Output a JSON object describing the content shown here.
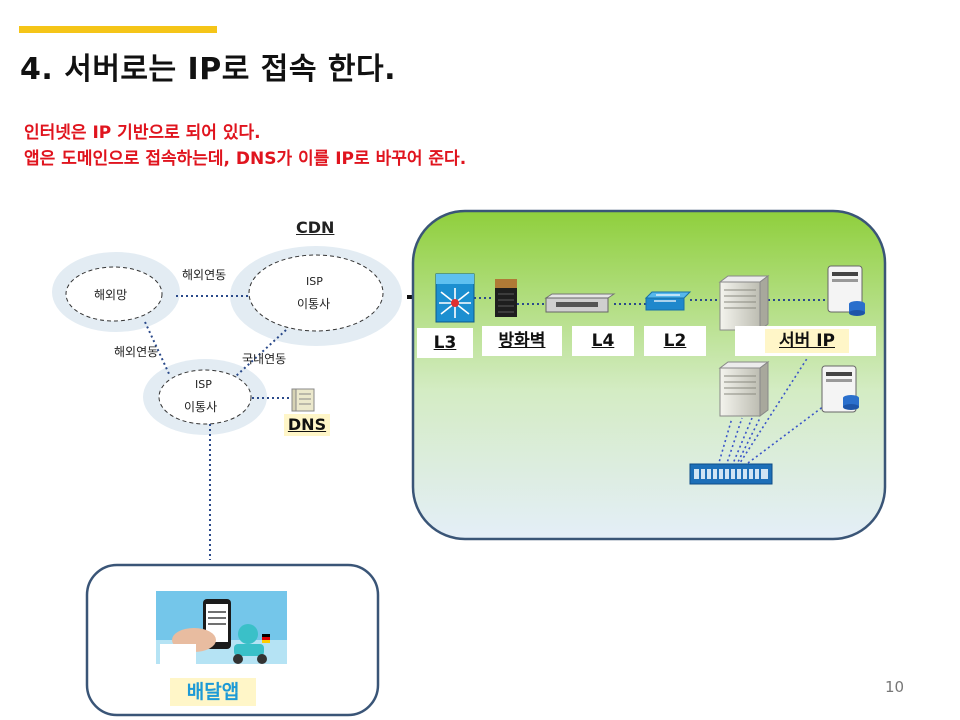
{
  "title": "4. 서버로는 IP로 접속 한다.",
  "subtitle_lines": [
    "인터넷은 IP 기반으로 되어 있다.",
    "앱은 도메인으로 접속하는데,  DNS가 이를 IP로 바꾸어 준다."
  ],
  "network": {
    "cdn_label": "CDN",
    "overseas_node": "해외망",
    "isp_top": [
      "ISP",
      "이통사"
    ],
    "isp_bottom": [
      "ISP",
      "이통사"
    ],
    "link_overseas_top": "해외연동",
    "link_overseas_left": "해외연동",
    "link_domestic": "국내연동",
    "dns_label": "DNS"
  },
  "datacenter": {
    "l3": "L3",
    "firewall": "방화벽",
    "l4": "L4",
    "l2": "L2",
    "server_ip": "서버 IP"
  },
  "app": {
    "label": "배달앱"
  },
  "page_number": "10",
  "colors": {
    "accent": "#f5c518",
    "subtitle_red": "#e0141e",
    "datacenter_border": "#3a5577",
    "app_label_blue": "#1d9ad6"
  }
}
